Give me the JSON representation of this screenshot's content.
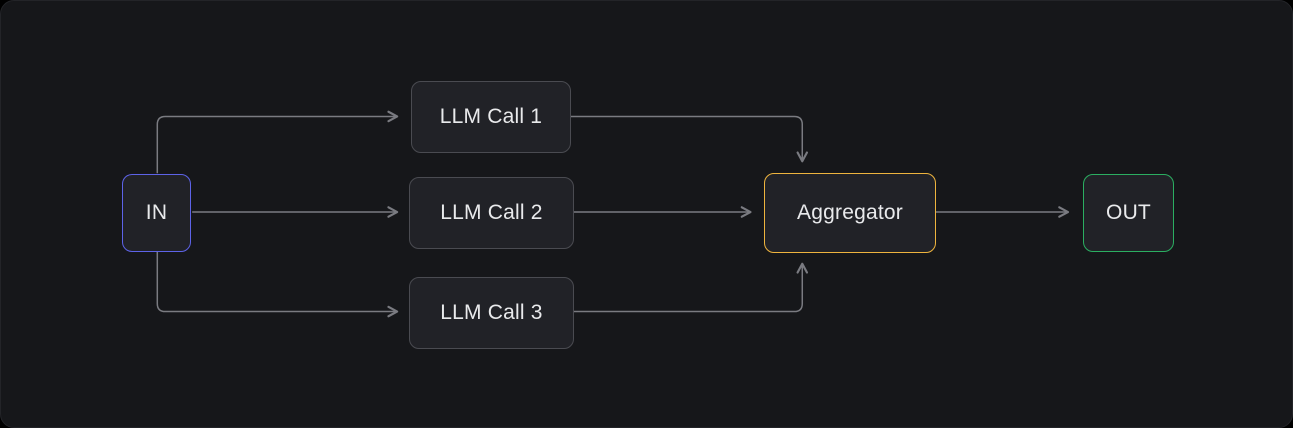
{
  "diagram": {
    "arrow_color": "#7a7b81",
    "background_color": "#16171a",
    "node_fill_color": "#212227",
    "nodes": {
      "in": {
        "label": "IN",
        "border_color": "#5d63e8"
      },
      "llm1": {
        "label": "LLM Call 1",
        "border_color": "#4a4b51"
      },
      "llm2": {
        "label": "LLM Call 2",
        "border_color": "#4a4b51"
      },
      "llm3": {
        "label": "LLM Call 3",
        "border_color": "#4a4b51"
      },
      "aggregator": {
        "label": "Aggregator",
        "border_color": "#eeb43e"
      },
      "out": {
        "label": "OUT",
        "border_color": "#2bae61"
      }
    },
    "edges": [
      {
        "from": "in",
        "to": "llm1"
      },
      {
        "from": "in",
        "to": "llm2"
      },
      {
        "from": "in",
        "to": "llm3"
      },
      {
        "from": "llm1",
        "to": "aggregator"
      },
      {
        "from": "llm2",
        "to": "aggregator"
      },
      {
        "from": "llm3",
        "to": "aggregator"
      },
      {
        "from": "aggregator",
        "to": "out"
      }
    ]
  }
}
